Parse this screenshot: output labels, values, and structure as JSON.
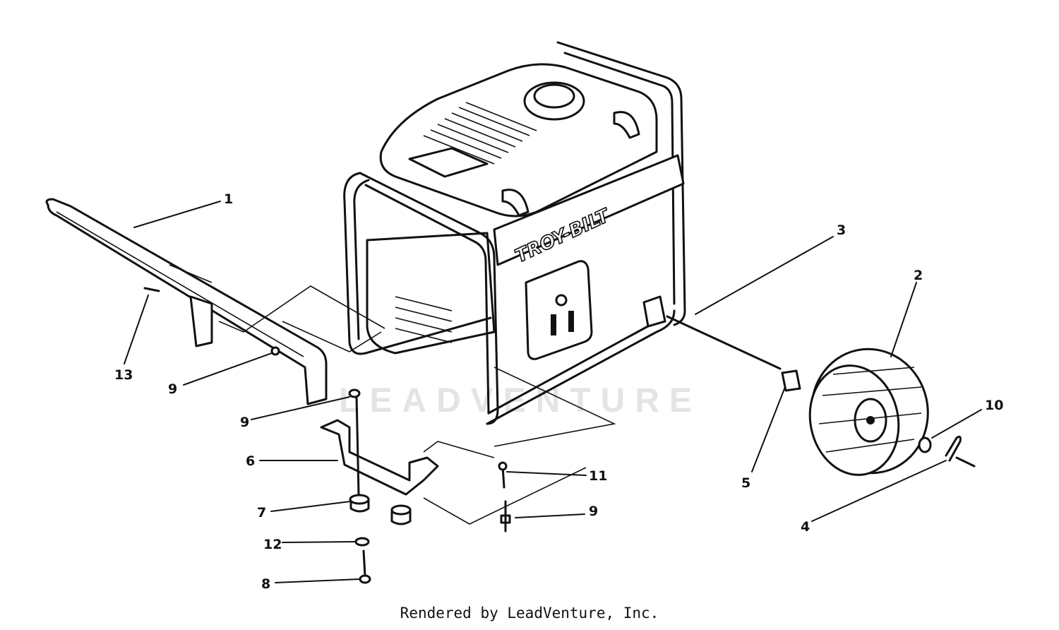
{
  "diagram": {
    "brand_label": "TROY-BILT",
    "watermark": "LEADVENTURE",
    "callouts": [
      {
        "id": "c1",
        "label": "1"
      },
      {
        "id": "c2",
        "label": "2"
      },
      {
        "id": "c3",
        "label": "3"
      },
      {
        "id": "c4",
        "label": "4"
      },
      {
        "id": "c5",
        "label": "5"
      },
      {
        "id": "c6",
        "label": "6"
      },
      {
        "id": "c7",
        "label": "7"
      },
      {
        "id": "c8",
        "label": "8"
      },
      {
        "id": "c9a",
        "label": "9"
      },
      {
        "id": "c9b",
        "label": "9"
      },
      {
        "id": "c9c",
        "label": "9"
      },
      {
        "id": "c10",
        "label": "10"
      },
      {
        "id": "c11",
        "label": "11"
      },
      {
        "id": "c12",
        "label": "12"
      },
      {
        "id": "c13",
        "label": "13"
      }
    ]
  },
  "footer": {
    "text": "Rendered by LeadVenture, Inc."
  }
}
